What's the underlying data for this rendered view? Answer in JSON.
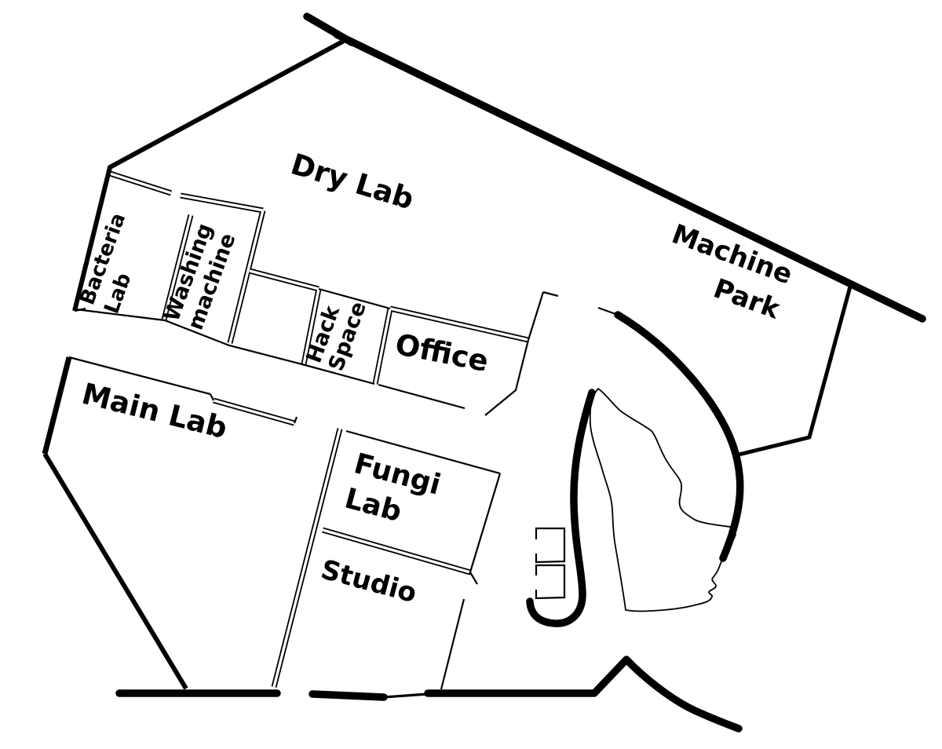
{
  "colors": {
    "ink": "#000000",
    "paper": "#ffffff"
  },
  "floorplan": {
    "rooms": [
      {
        "id": "dry-lab",
        "label": "Dry Lab",
        "lines": [
          "Dry Lab"
        ]
      },
      {
        "id": "bacteria-lab",
        "label": "Bacteria Lab",
        "lines": [
          "Bacteria",
          "Lab"
        ]
      },
      {
        "id": "washing-machine",
        "label": "Washing machine",
        "lines": [
          "Washing",
          "machine"
        ]
      },
      {
        "id": "hack-space",
        "label": "Hack Space",
        "lines": [
          "Hack",
          "Space"
        ]
      },
      {
        "id": "office",
        "label": "Office",
        "lines": [
          "Office"
        ]
      },
      {
        "id": "machine-park",
        "label": "Machine Park",
        "lines": [
          "Machine",
          "Park"
        ]
      },
      {
        "id": "main-lab",
        "label": "Main Lab",
        "lines": [
          "Main Lab"
        ]
      },
      {
        "id": "fungi-lab",
        "label": "Fungi Lab",
        "lines": [
          "Fungi",
          "Lab"
        ]
      },
      {
        "id": "studio",
        "label": "Studio",
        "lines": [
          "Studio"
        ]
      }
    ]
  }
}
